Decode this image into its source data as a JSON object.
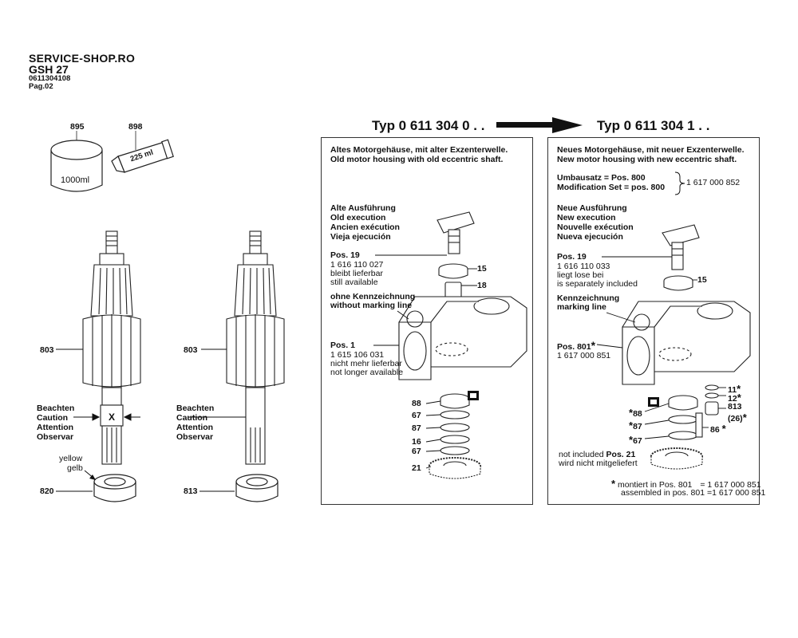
{
  "header": {
    "shop": "SERVICE-SHOP.RO",
    "model": "GSH 27",
    "part_no": "0611304108",
    "page": "Pag.02"
  },
  "typ_left": "Typ 0 611 304 0 . .",
  "typ_right": "Typ 0 611 304 1 . .",
  "left_col": {
    "num_895": "895",
    "num_898": "898",
    "jar_label": "1000ml",
    "tube_label": "225 ml",
    "armature_a": "803",
    "armature_b": "803",
    "caution_a": [
      "Beachten",
      "Caution",
      "Attention",
      "Observar"
    ],
    "caution_b": [
      "Beachten",
      "Caution",
      "Attention",
      "Observar"
    ],
    "x_mark": "X",
    "yellow": "yellow",
    "gelb": "gelb",
    "bearing_a": "820",
    "bearing_b": "813"
  },
  "old_box": {
    "title_de": "Altes Motorgehäuse, mit alter Exzenterwelle.",
    "title_en": "Old motor housing with old eccentric shaft.",
    "exec": [
      "Alte Ausführung",
      "Old execution",
      "Ancien exécution",
      "Vieja ejecución"
    ],
    "pos19": "Pos. 19",
    "pos19_num": "1 616 110 027",
    "pos19_n1": "bleibt lieferbar",
    "pos19_n2": "still available",
    "mark1": "ohne Kennzeichnung",
    "mark2": "without marking line",
    "pos1": "Pos. 1",
    "pos1_num": "1 615 106 031",
    "pos1_n1": "nicht mehr lieferbar",
    "pos1_n2": "not longer available",
    "n15": "15",
    "n18": "18",
    "n88": "88",
    "n67a": "67",
    "n87": "87",
    "n16": "16",
    "n67b": "67",
    "n21": "21"
  },
  "new_box": {
    "title_de": "Neues Motorgehäuse, mit neuer Exzenterwelle.",
    "title_en": "New motor housing with new eccentric shaft.",
    "umbau1": "Umbausatz = Pos. 800",
    "umbau2": "Modification Set = pos. 800",
    "umbau_num": "1 617 000 852",
    "exec": [
      "Neue Ausführung",
      "New execution",
      "Nouvelle exécution",
      "Nueva ejecución"
    ],
    "pos19": "Pos. 19",
    "pos19_num": "1 616 110 033",
    "pos19_n1": "liegt lose bei",
    "pos19_n2": "is separately included",
    "mark1": "Kennzeichnung",
    "mark2": "marking line",
    "pos801": "Pos. 801",
    "star": "*",
    "pos801_num": "1 617 000 851",
    "n15": "15",
    "n11": "11",
    "n12": "12",
    "n813": "813",
    "n26": "(26)",
    "n86": "86",
    "n88": "88",
    "n87": "87",
    "n67": "67",
    "not_incl_a": "not included ",
    "not_incl_b": "Pos. 21",
    "not_incl_c": "wird nicht mitgeliefert",
    "foot1a": "montiert in Pos. 801",
    "foot1b": "= 1 617 000 851",
    "foot2a": "assembled in pos. 801",
    "foot2b": "=1 617 000 851"
  }
}
